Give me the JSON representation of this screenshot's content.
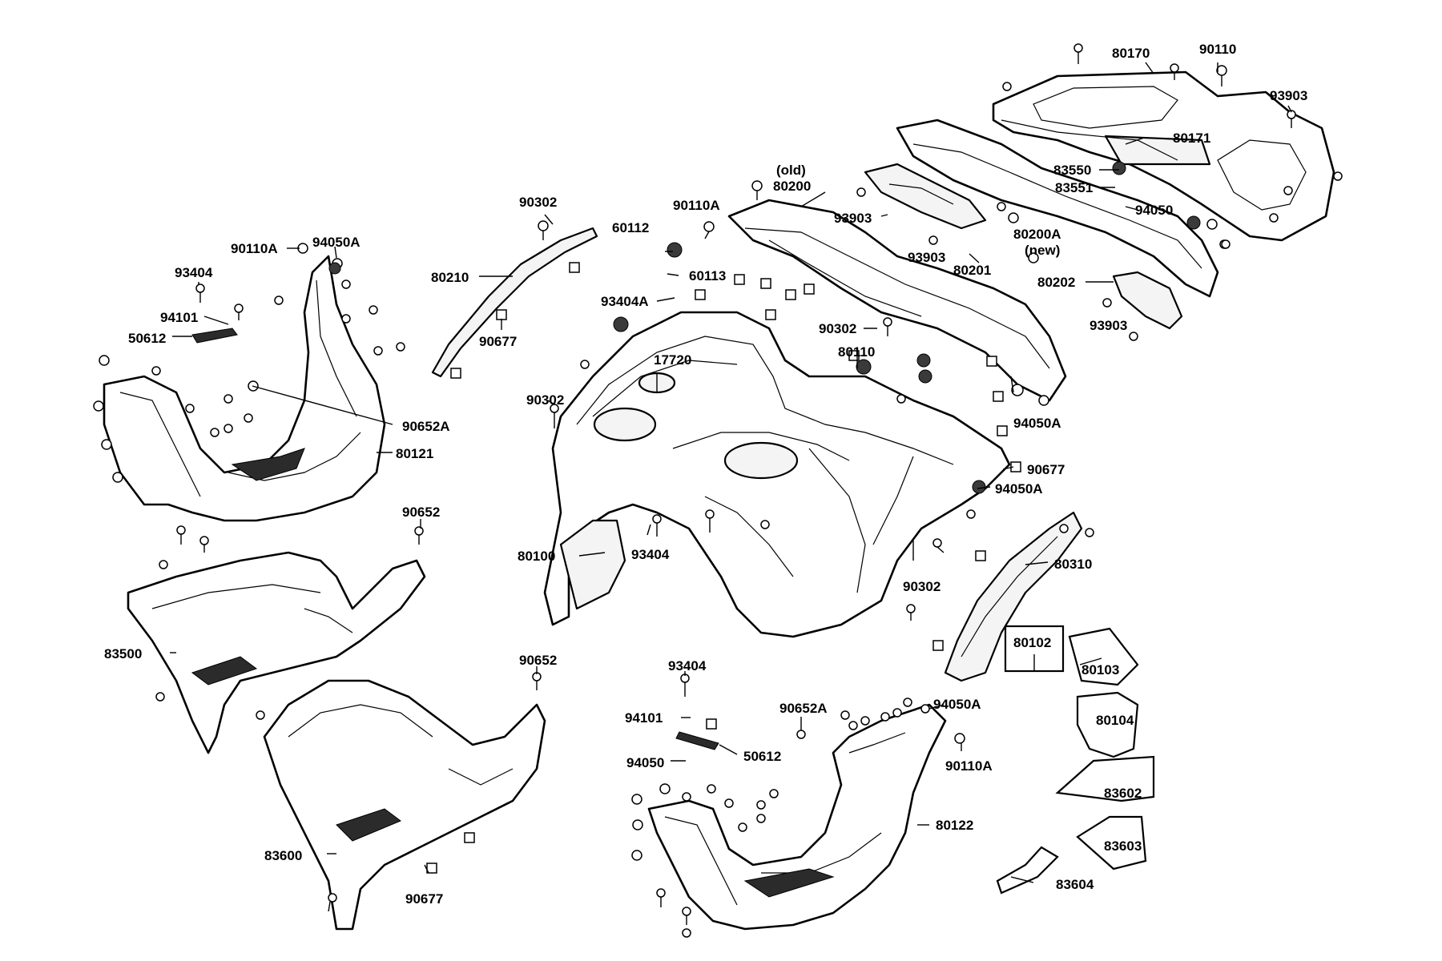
{
  "diagram": {
    "labels": {
      "l80170": "80170",
      "l90110": "90110",
      "l93903_tr": "93903",
      "l80171": "80171",
      "l83550": "83550",
      "l83551": "83551",
      "l94050_top": "94050",
      "l80200A": "80200A",
      "l80200A_new": "(new)",
      "l80200_old": "(old)",
      "l80200": "80200",
      "l90110A_top": "90110A",
      "l93903_mid1": "93903",
      "l93903_mid2": "93903",
      "l80201": "80201",
      "l80202": "80202",
      "l93903_r": "93903",
      "l90302_top": "90302",
      "l80210": "80210",
      "l90677_top": "90677",
      "l60112": "60112",
      "l60113": "60113",
      "l93404A": "93404A",
      "l90302_c": "90302",
      "l80110": "80110",
      "l17720": "17720",
      "l90302_l": "90302",
      "l94050A_r": "94050A",
      "l90677_r": "90677",
      "l94050A_c": "94050A",
      "l80100": "80100",
      "l93404_c": "93404",
      "l90302_b": "90302",
      "l80310": "80310",
      "l90110A_l": "90110A",
      "l94050A_l": "94050A",
      "l93404_l": "93404",
      "l94101_l": "94101",
      "l50612_l": "50612",
      "l90652A_l": "90652A",
      "l80121": "80121",
      "l90652_l": "90652",
      "l83500": "83500",
      "l90652_b": "90652",
      "l83600": "83600",
      "l90677_b": "90677",
      "l93404_b": "93404",
      "l94101_b": "94101",
      "l90652A_b": "90652A",
      "l94050A_b": "94050A",
      "l50612_b": "50612",
      "l94050_b": "94050",
      "l90110A_b": "90110A",
      "l80122": "80122",
      "l80102": "80102",
      "l80103": "80103",
      "l80104": "80104",
      "l83602": "83602",
      "l83603": "83603",
      "l83604": "83604"
    }
  }
}
